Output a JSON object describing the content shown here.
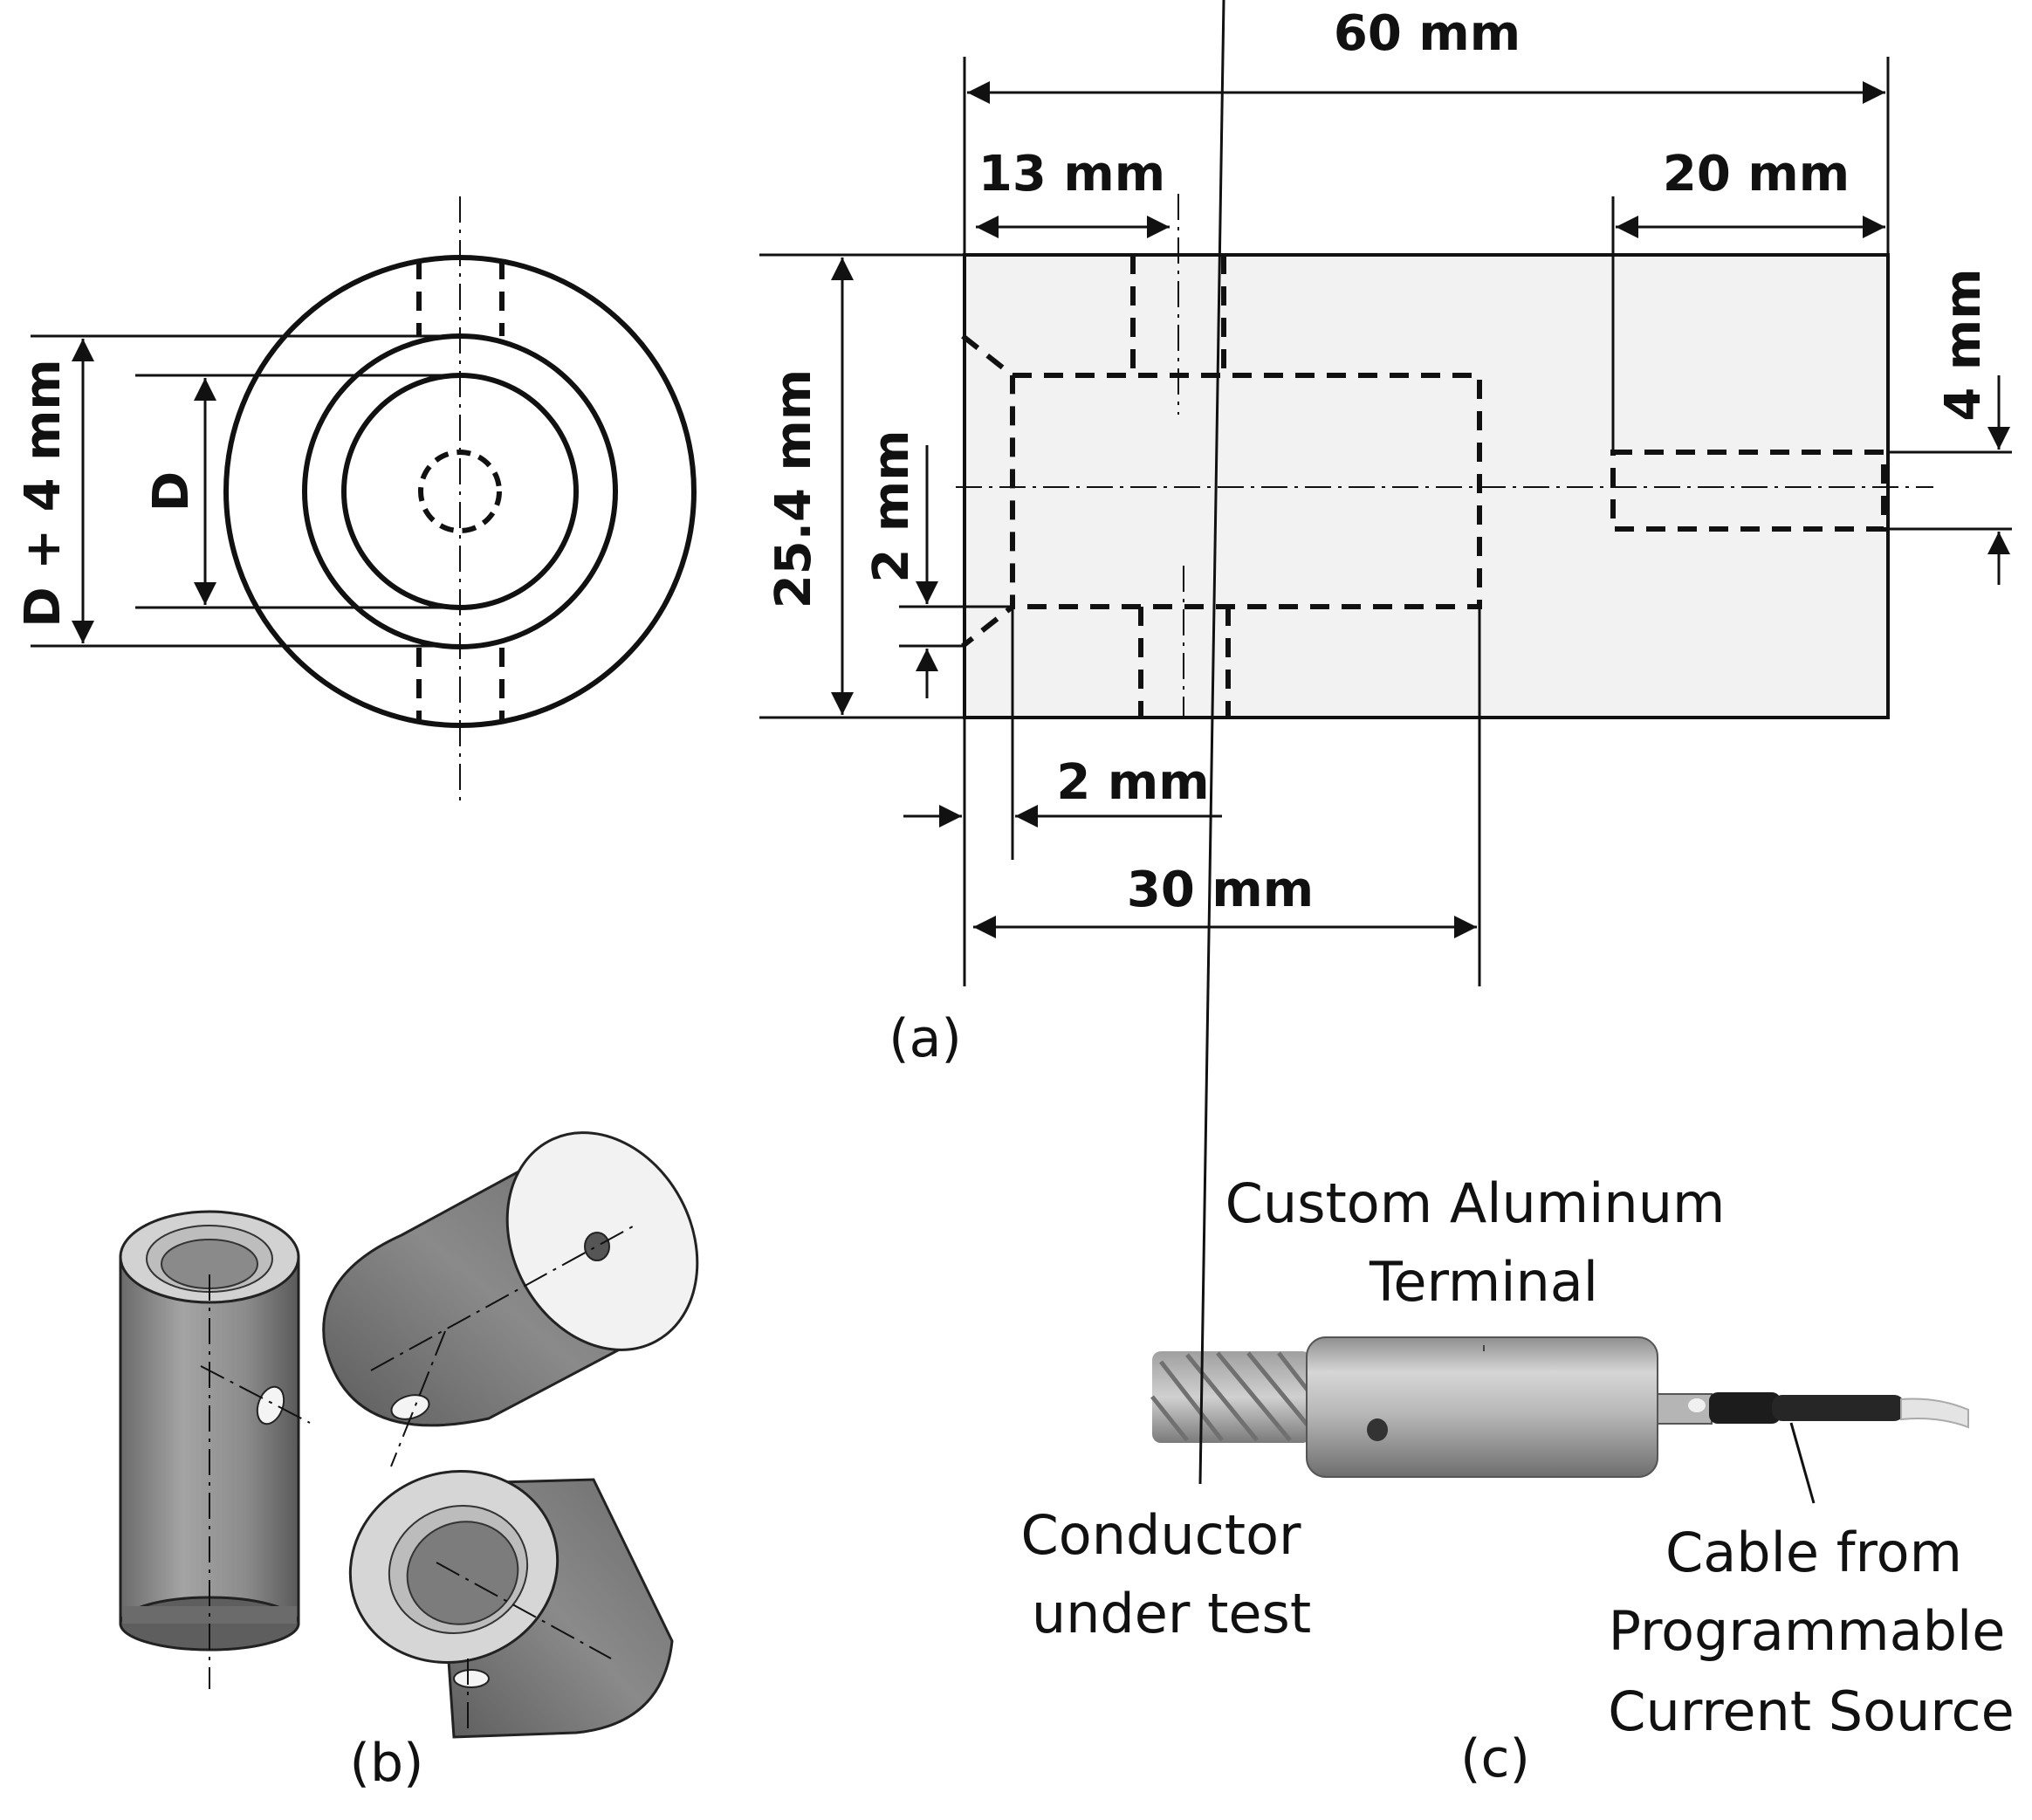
{
  "panel_a": {
    "caption": "(a)",
    "dims": {
      "overall_length": "60 mm",
      "slot_offset": "13 mm",
      "rear_bore_depth": "20 mm",
      "diameter": "25.4 mm",
      "rear_bore_dia": "4 mm",
      "chamfer_v": "2 mm",
      "chamfer_h": "2 mm",
      "bore_depth": "30 mm",
      "inner_outer": "D + 4 mm",
      "inner": "D"
    }
  },
  "panel_b": {
    "caption": "(b)"
  },
  "panel_c": {
    "caption": "(c)",
    "terminal_line1": "Custom Aluminum",
    "terminal_line2": "Terminal",
    "conductor_line1": "Conductor",
    "conductor_line2": "under test",
    "cable_line1": "Cable from",
    "cable_line2": "Programmable",
    "cable_line3": "Current Source"
  }
}
